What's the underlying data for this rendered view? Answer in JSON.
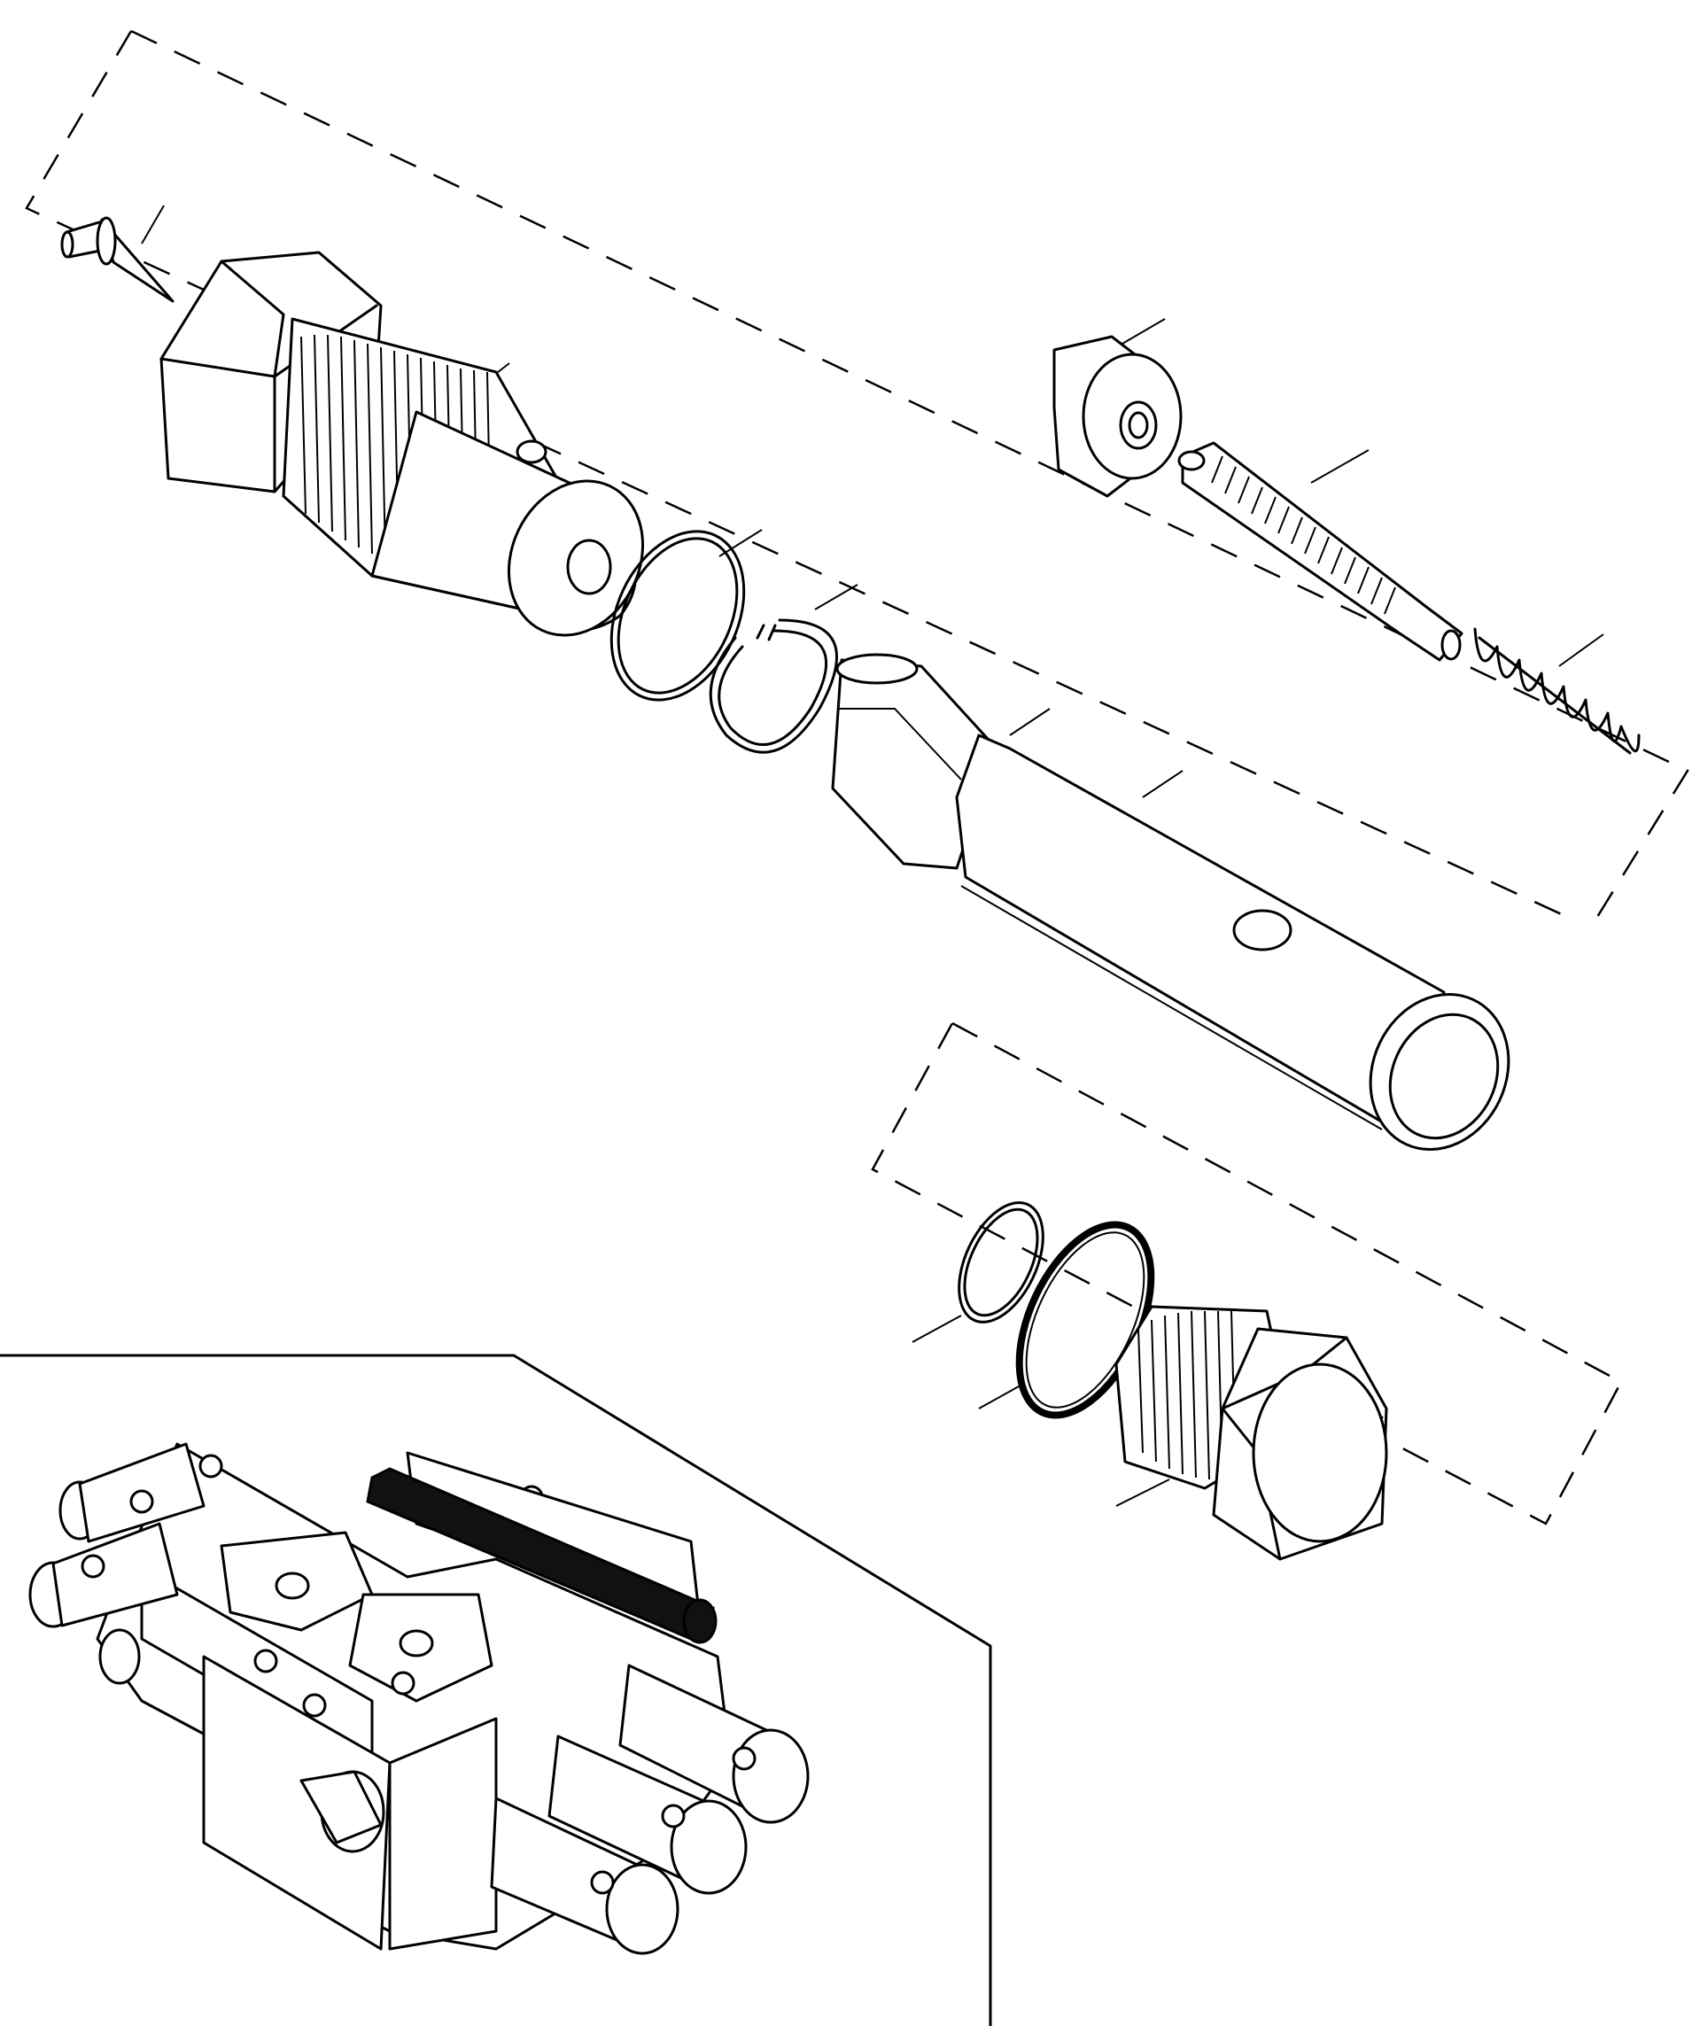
{
  "diagram": {
    "type": "exploded-parts-view",
    "parts": [
      {
        "name": "relief-valve-poppet-cone"
      },
      {
        "name": "valve-body-hex-threaded"
      },
      {
        "name": "o-ring-small"
      },
      {
        "name": "snap-ring"
      },
      {
        "name": "piston-sleeve"
      },
      {
        "name": "sleeve-tube-with-port"
      },
      {
        "name": "adjusting-nut"
      },
      {
        "name": "adjusting-screw"
      },
      {
        "name": "compression-spring"
      },
      {
        "name": "o-ring-lower-small"
      },
      {
        "name": "o-ring-lower-large"
      },
      {
        "name": "plug-hex-threaded"
      }
    ],
    "locator_inset": {
      "name": "control-valve-assembly",
      "highlight": "relief-valve-location"
    },
    "leader_line_count": 15
  }
}
